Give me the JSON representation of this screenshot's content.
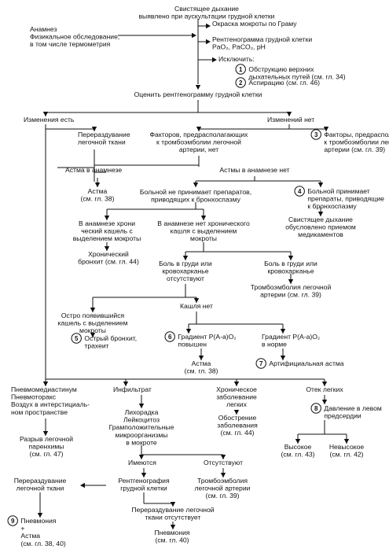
{
  "diagram": {
    "nodes": [
      {
        "id": "title",
        "lines": [
          "Свистящее дыхание",
          "выявлено при аускультации грудной клетки"
        ]
      },
      {
        "id": "anamnesis",
        "lines": [
          "Анамнез",
          "Физикальное обследование,",
          "в том числе термометрия"
        ]
      },
      {
        "id": "gram",
        "lines": [
          "Окраска мокроты по Граму"
        ]
      },
      {
        "id": "xray_gas",
        "lines": [
          "Рентгенограмма грудной клетки",
          "PaO₂, PaCO₂, pH"
        ]
      },
      {
        "id": "exclude",
        "lines": [
          "Исключить:"
        ]
      },
      {
        "id": "obstruction",
        "badge": "1",
        "lines": [
          "Обструкцию верхних",
          "дыхательных путей (см. гл. 34)"
        ]
      },
      {
        "id": "aspiration",
        "badge": "2",
        "lines": [
          "Аспирацию  (см. гл. 46)"
        ]
      },
      {
        "id": "evaluate_xray",
        "lines": [
          "Оценить рентгенограмму грудной клетки"
        ]
      },
      {
        "id": "changes_yes",
        "lines": [
          "Изменения есть"
        ]
      },
      {
        "id": "changes_no",
        "lines": [
          "Изменений нет"
        ]
      },
      {
        "id": "hyperinflation_top",
        "lines": [
          "Перераздувание",
          "легочной ткани"
        ]
      },
      {
        "id": "no_pe_factors",
        "lines": [
          "Факторов, предрасполагающих",
          "к тромбоэмболии легочной",
          "артерии, нет"
        ]
      },
      {
        "id": "pe_factors",
        "badge": "3",
        "lines": [
          "Факторы, предрасполагающие",
          "к тромбоэмболии легочной",
          "артерии (см. гл. 39)"
        ]
      },
      {
        "id": "asthma_history_left",
        "lines": [
          "Астма в анамнезе"
        ]
      },
      {
        "id": "no_asthma_history",
        "lines": [
          "Астмы в анамнезе нет"
        ]
      },
      {
        "id": "asthma_38a",
        "lines": [
          "Астма",
          "(см. гл. 38)"
        ]
      },
      {
        "id": "no_drugs",
        "lines": [
          "Больной не принимает препаратов,",
          "приводящих к бронхоспазму"
        ]
      },
      {
        "id": "drugs",
        "badge": "4",
        "lines": [
          "Больной принимает",
          "препараты,  приводящие",
          "к бронхоспазму"
        ]
      },
      {
        "id": "drug_wheeze",
        "lines": [
          "Свистящее дыхание",
          "обусловлено приемом",
          "медикаментов"
        ]
      },
      {
        "id": "chronic_cough_yes",
        "lines": [
          "В анамнезе хрони",
          "ческий кашель с",
          "выделением мокроты"
        ]
      },
      {
        "id": "chronic_cough_no",
        "lines": [
          "В анамнезе нет хронического",
          "кашля с выделением",
          "мокроты"
        ]
      },
      {
        "id": "chronic_bronchitis",
        "lines": [
          "Хронический",
          "бронхит  (см. гл. 44)"
        ]
      },
      {
        "id": "no_chest_pain",
        "lines": [
          "Боль в груди или",
          "кровохарканье",
          "отсутствуют"
        ]
      },
      {
        "id": "chest_pain",
        "lines": [
          "Боль в груди или",
          "кровохарканье"
        ]
      },
      {
        "id": "pe_39a",
        "lines": [
          "Тромбоэмболия легочной",
          "артерии  (см. гл. 39)"
        ]
      },
      {
        "id": "acute_cough",
        "lines": [
          "Остро появившийся",
          "кашель с выделением",
          "мокроты"
        ]
      },
      {
        "id": "no_cough",
        "lines": [
          "Кашля нет"
        ]
      },
      {
        "id": "acute_bronchitis",
        "badge": "5",
        "lines": [
          "Острый бронхит,",
          "трахеит"
        ]
      },
      {
        "id": "gradient_high",
        "badge": "6",
        "lines": [
          "Градиент P(A-a)O₂",
          "повышен"
        ]
      },
      {
        "id": "gradient_normal",
        "lines": [
          "Градиент P(A-a)O₂",
          "в норме"
        ]
      },
      {
        "id": "asthma_38b",
        "lines": [
          "Астма",
          "(см. гл. 38)"
        ]
      },
      {
        "id": "artificial_asthma",
        "badge": "7",
        "lines": [
          "Артифициальная астма"
        ]
      },
      {
        "id": "pneumo",
        "lines": [
          "Пневмомедиастинум",
          "Пневмоторакс",
          "Воздух в интерстициаль-",
          "ном пространстве"
        ]
      },
      {
        "id": "infiltrate",
        "lines": [
          "Инфильтрат"
        ]
      },
      {
        "id": "chronic_lung",
        "lines": [
          "Хроническое",
          "заболевание",
          "легких"
        ]
      },
      {
        "id": "edema",
        "lines": [
          "Отек легких"
        ]
      },
      {
        "id": "rupture",
        "lines": [
          "Разрыв легочной",
          "паренхимы",
          "(см. гл. 47)"
        ]
      },
      {
        "id": "fever",
        "lines": [
          "Лихорадка",
          "Лейкоцитоз",
          "Грамположительные",
          "микроорганизмы",
          "в мокроте"
        ]
      },
      {
        "id": "exacerbation",
        "lines": [
          "Обострение",
          "заболевания",
          "(см. гл. 44)"
        ]
      },
      {
        "id": "pressure",
        "badge": "8",
        "lines": [
          "Давление в левом",
          "предсердии"
        ]
      },
      {
        "id": "high_p",
        "lines": [
          "Высокое",
          "(см. гл. 43)"
        ]
      },
      {
        "id": "normal_p",
        "lines": [
          "Невысокое",
          "(см. гл. 42)"
        ]
      },
      {
        "id": "present",
        "lines": [
          "Имеются"
        ]
      },
      {
        "id": "absent",
        "lines": [
          "Отсутствуют"
        ]
      },
      {
        "id": "hyperinflation_bottom",
        "lines": [
          "Перераздувание",
          "легочной ткани"
        ]
      },
      {
        "id": "xray2",
        "lines": [
          "Рентгенография",
          "грудной клетки"
        ]
      },
      {
        "id": "pe_39b",
        "lines": [
          "Тромбоэмболия",
          "легочной артерии",
          "(см. гл. 39)"
        ]
      },
      {
        "id": "no_hyperinflation",
        "lines": [
          "Перераздувание легочной",
          "ткани отсутствует"
        ]
      },
      {
        "id": "pneumonia_asthma",
        "badge": "9",
        "lines": [
          "Пневмония",
          "+",
          "Астма",
          "(см. гл. 38, 40)"
        ]
      },
      {
        "id": "pneumonia_40",
        "lines": [
          "Пневмония",
          "(см. гл. 40)"
        ]
      }
    ]
  }
}
